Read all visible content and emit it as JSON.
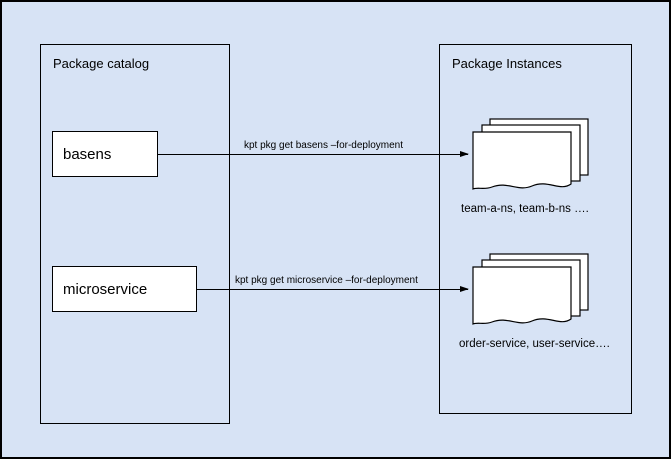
{
  "colors": {
    "background": "#d7e3f5",
    "line": "#000000",
    "node_fill": "#ffffff"
  },
  "catalog": {
    "title": "Package catalog",
    "packages": [
      {
        "label": "basens"
      },
      {
        "label": "microservice"
      }
    ]
  },
  "instances": {
    "title": "Package Instances",
    "stacks": [
      {
        "icon": "document-stack-icon",
        "caption": "team-a-ns, team-b-ns …."
      },
      {
        "icon": "document-stack-icon",
        "caption": "order-service, user-service…."
      }
    ]
  },
  "arrows": [
    {
      "label": "kpt pkg get basens –for-deployment"
    },
    {
      "label": "kpt pkg get microservice –for-deployment"
    }
  ]
}
